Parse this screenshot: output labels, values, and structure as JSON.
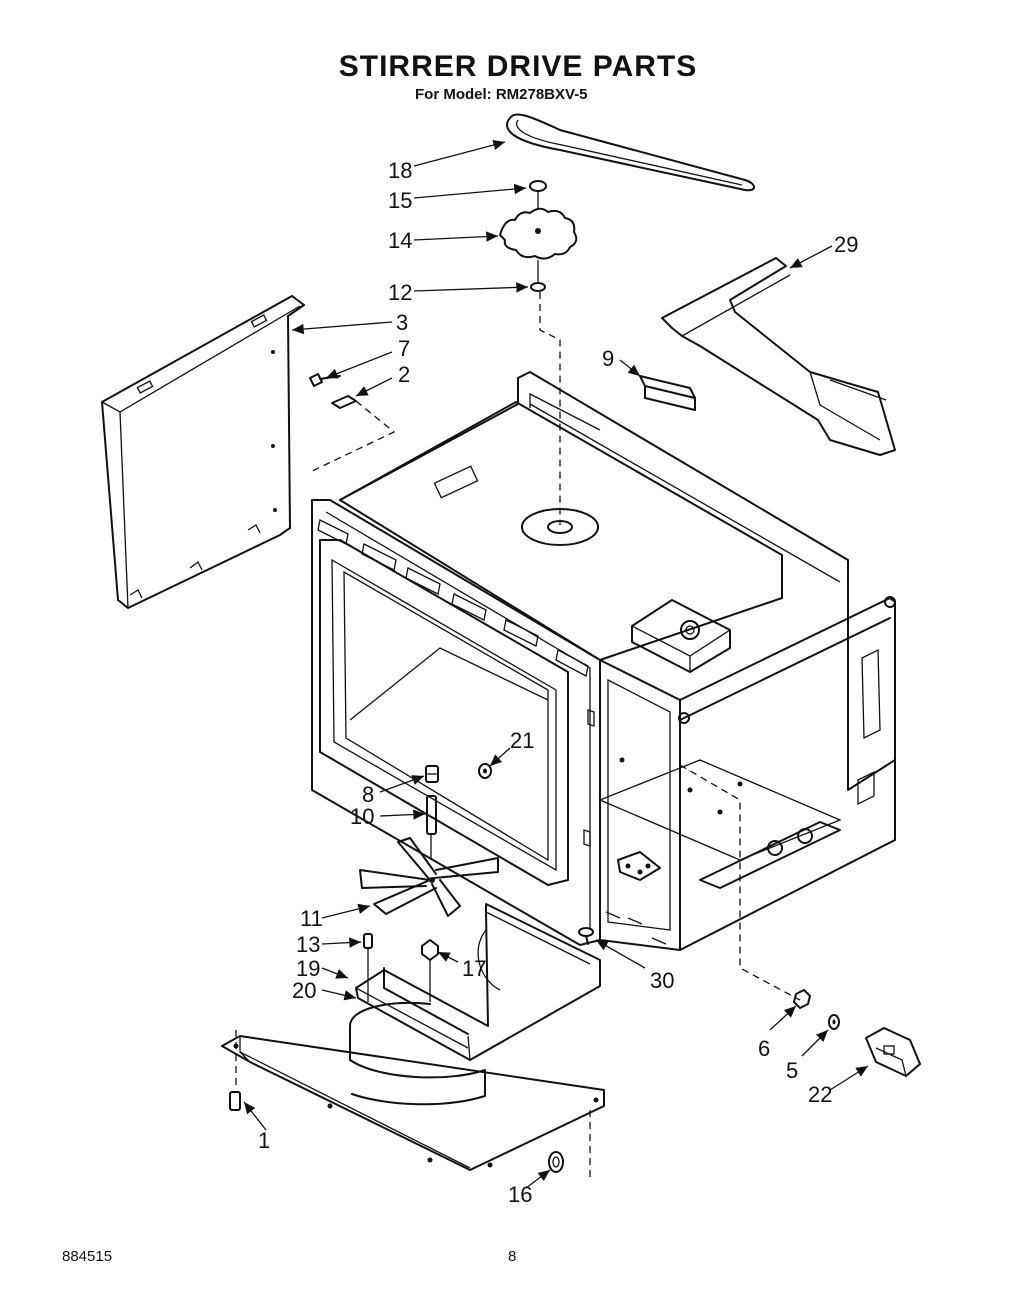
{
  "header": {
    "title": "STIRRER DRIVE PARTS",
    "subtitle": "For Model: RM278BXV-5"
  },
  "footer": {
    "doc_number": "884515",
    "page_number": "8"
  },
  "callouts": [
    {
      "id": "18",
      "label": "18"
    },
    {
      "id": "15",
      "label": "15"
    },
    {
      "id": "14",
      "label": "14"
    },
    {
      "id": "12",
      "label": "12"
    },
    {
      "id": "29",
      "label": "29"
    },
    {
      "id": "3",
      "label": "3"
    },
    {
      "id": "7",
      "label": "7"
    },
    {
      "id": "2",
      "label": "2"
    },
    {
      "id": "9",
      "label": "9"
    },
    {
      "id": "21",
      "label": "21"
    },
    {
      "id": "8",
      "label": "8"
    },
    {
      "id": "10",
      "label": "10"
    },
    {
      "id": "11",
      "label": "11"
    },
    {
      "id": "13",
      "label": "13"
    },
    {
      "id": "17",
      "label": "17"
    },
    {
      "id": "19",
      "label": "19"
    },
    {
      "id": "20",
      "label": "20"
    },
    {
      "id": "30",
      "label": "30"
    },
    {
      "id": "6",
      "label": "6"
    },
    {
      "id": "5",
      "label": "5"
    },
    {
      "id": "22",
      "label": "22"
    },
    {
      "id": "1",
      "label": "1"
    },
    {
      "id": "16",
      "label": "16"
    }
  ]
}
